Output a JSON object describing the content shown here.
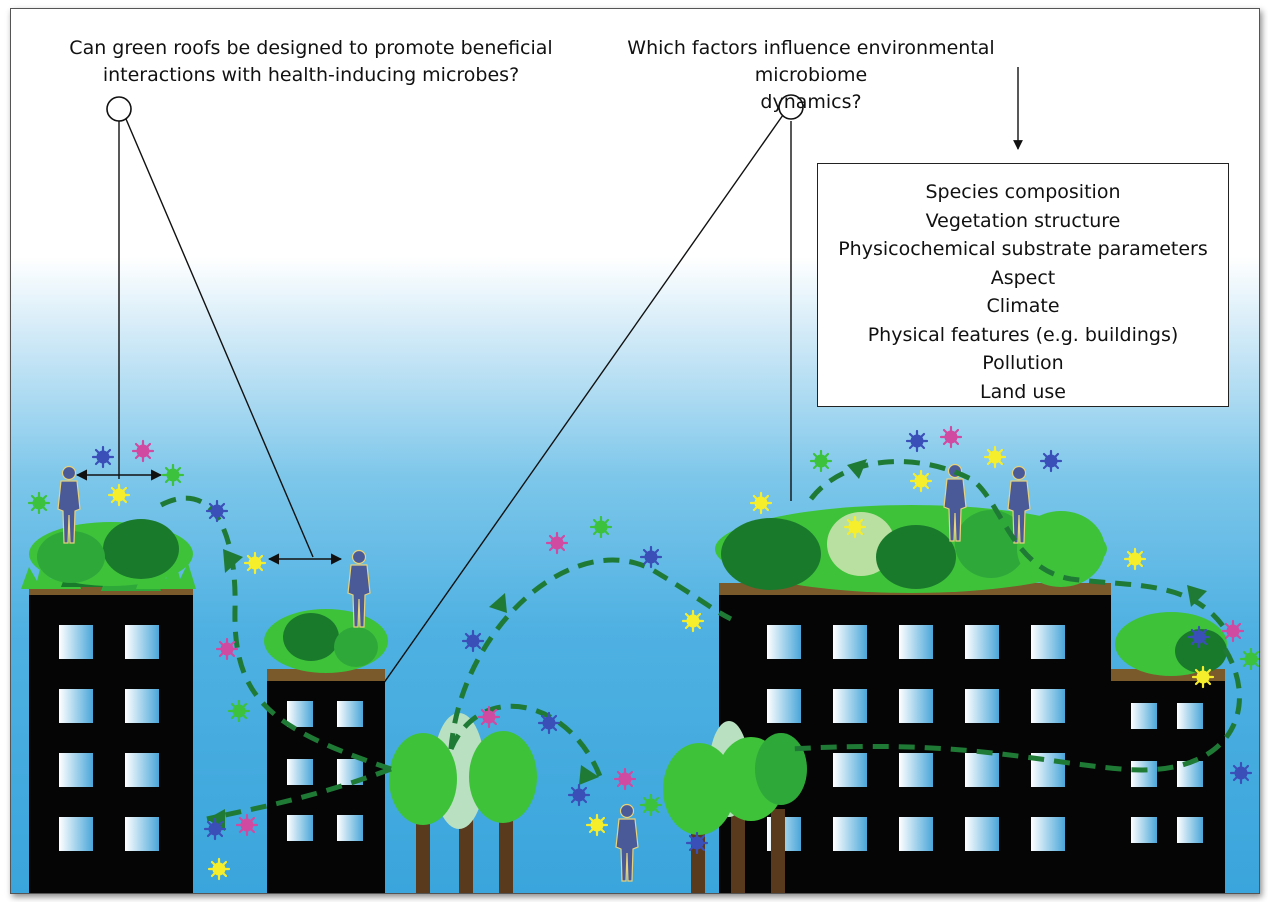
{
  "questions": {
    "left_line1": "Can green roofs be designed to promote beneficial",
    "left_line2": "interactions with health-inducing microbes?",
    "right_line1": "Which factors influence environmental microbiome",
    "right_line2": "dynamics?"
  },
  "factors": [
    "Species composition",
    "Vegetation structure",
    "Physicochemical substrate parameters",
    "Aspect",
    "Climate",
    "Physical features (e.g. buildings)",
    "Pollution",
    "Land use"
  ],
  "colors": {
    "sky_top": "#ffffff",
    "sky_bottom": "#3aa5dc",
    "building": "#050505",
    "window_light": "#ffffff",
    "window_dark": "#4aa6d9",
    "vegetation_light": "#3ec23a",
    "vegetation_dark": "#1a7a2c",
    "soil": "#7a5a2a",
    "path": "#1f7a36",
    "person": "#4a5a98",
    "microbe_blue": "#3b4fb8",
    "microbe_pink": "#d14aa2",
    "microbe_yellow": "#f6ee2a",
    "microbe_green": "#3cc23c",
    "tree_trunk": "#5a3a1c"
  }
}
